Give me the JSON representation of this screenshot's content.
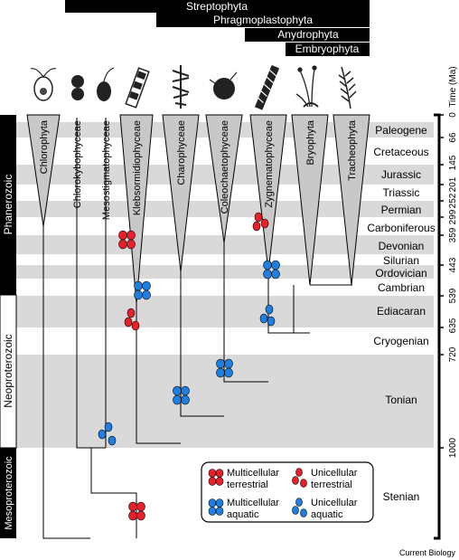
{
  "clades": [
    "Streptophyta",
    "Phragmoplastophyta",
    "Anydrophyta",
    "Embryophyta"
  ],
  "taxa": [
    "Chlorophyta",
    "Chlorokybophyceae",
    "Mesostigmatophyceae",
    "Klebsormidiophyceae",
    "Charophyceae",
    "Coleochaetophyceae",
    "Zygnematophyceae",
    "Bryophyta",
    "Tracheophyta"
  ],
  "periods": [
    "Paleogene",
    "Cretaceous",
    "Jurassic",
    "Triassic",
    "Permian",
    "Carboniferous",
    "Devonian",
    "Silurian",
    "Ordovician",
    "Cambrian",
    "Ediacaran",
    "Cryogenian",
    "Tonian",
    "Stenian"
  ],
  "eons": [
    "Phanerozoic",
    "Neoproterozoic",
    "Mesoproterozoic"
  ],
  "time_axis": {
    "label": "Time (Ma)",
    "ticks": [
      "0",
      "66",
      "145",
      "201",
      "252",
      "299",
      "359",
      "443",
      "539",
      "635",
      "720",
      "1000"
    ]
  },
  "legend": [
    {
      "label1": "Multicellular",
      "label2": "terrestrial",
      "color": "#e8202a"
    },
    {
      "label1": "Unicellular",
      "label2": "terrestrial",
      "color": "#e8202a"
    },
    {
      "label1": "Multicellular",
      "label2": "aquatic",
      "color": "#1f7fe0"
    },
    {
      "label1": "Unicellular",
      "label2": "aquatic",
      "color": "#1f7fe0"
    }
  ],
  "colors": {
    "terrestrial": "#e8202a",
    "aquatic": "#1f7fe0",
    "band": "#d9d9d9"
  },
  "credit": "Current Biology"
}
